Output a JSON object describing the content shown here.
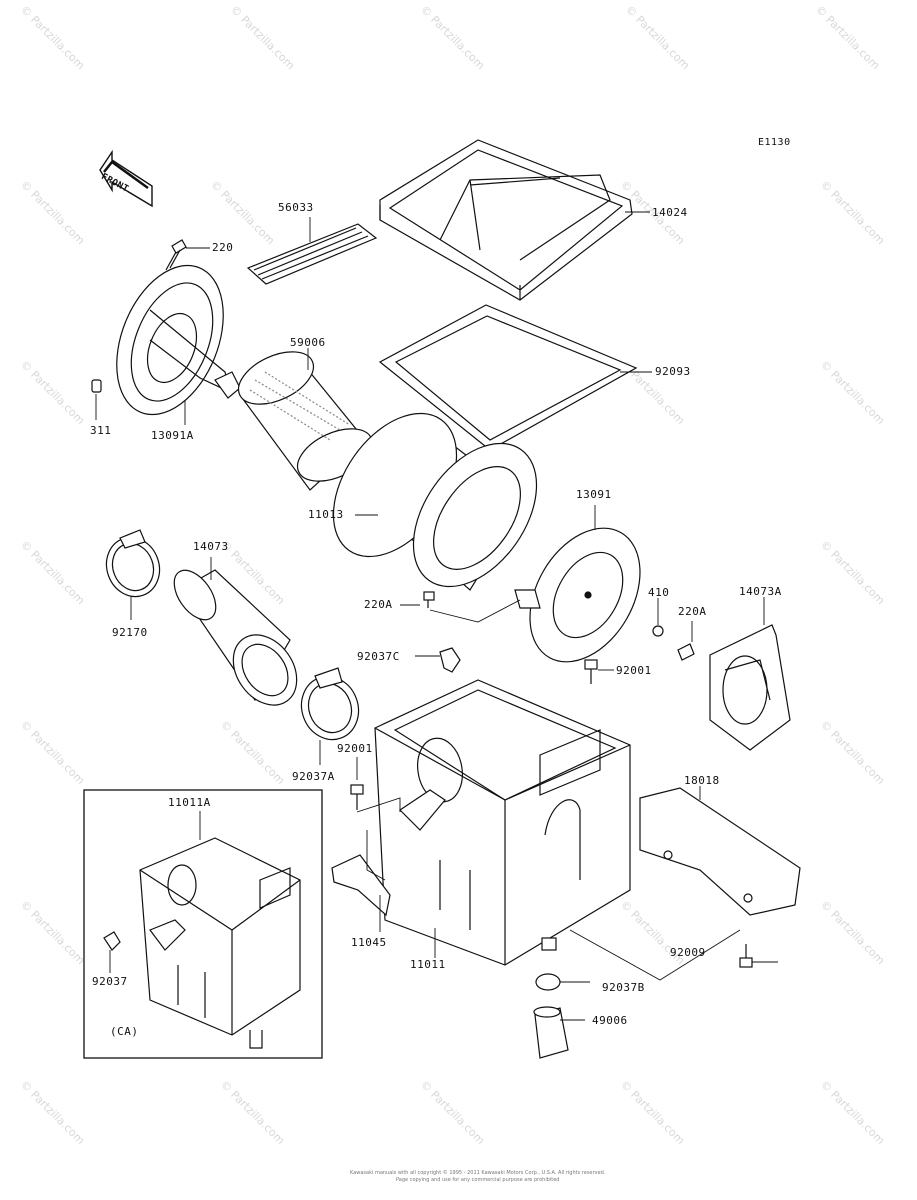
{
  "diagram_code": "E1130",
  "front_label": "FRONT",
  "watermark": "© Partzilla.com",
  "inset_label": "(CA)",
  "parts": {
    "p220": "220",
    "p311": "311",
    "p13091A": "13091A",
    "p56033": "56033",
    "p14024": "14024",
    "p59006": "59006",
    "p92093": "92093",
    "p11013": "11013",
    "p13091": "13091",
    "p14073": "14073",
    "p92170": "92170",
    "p220A_left": "220A",
    "p92037C": "92037C",
    "p410": "410",
    "p220A_right": "220A",
    "p14073A": "14073A",
    "p92001_top": "92001",
    "p92001_mid": "92001",
    "p92037A": "92037A",
    "p11011A": "11011A",
    "p18018": "18018",
    "p92037": "92037",
    "p11045": "11045",
    "p11011": "11011",
    "p92009": "92009",
    "p92037B": "92037B",
    "p49006": "49006"
  },
  "footer": {
    "line1": "Kawasaki manuals with all copyright © 1995 - 2011 Kawasaki Motors Corp., U.S.A. All rights reserved.",
    "line2": "Page copying and use for any commercial purpose are prohibited"
  }
}
